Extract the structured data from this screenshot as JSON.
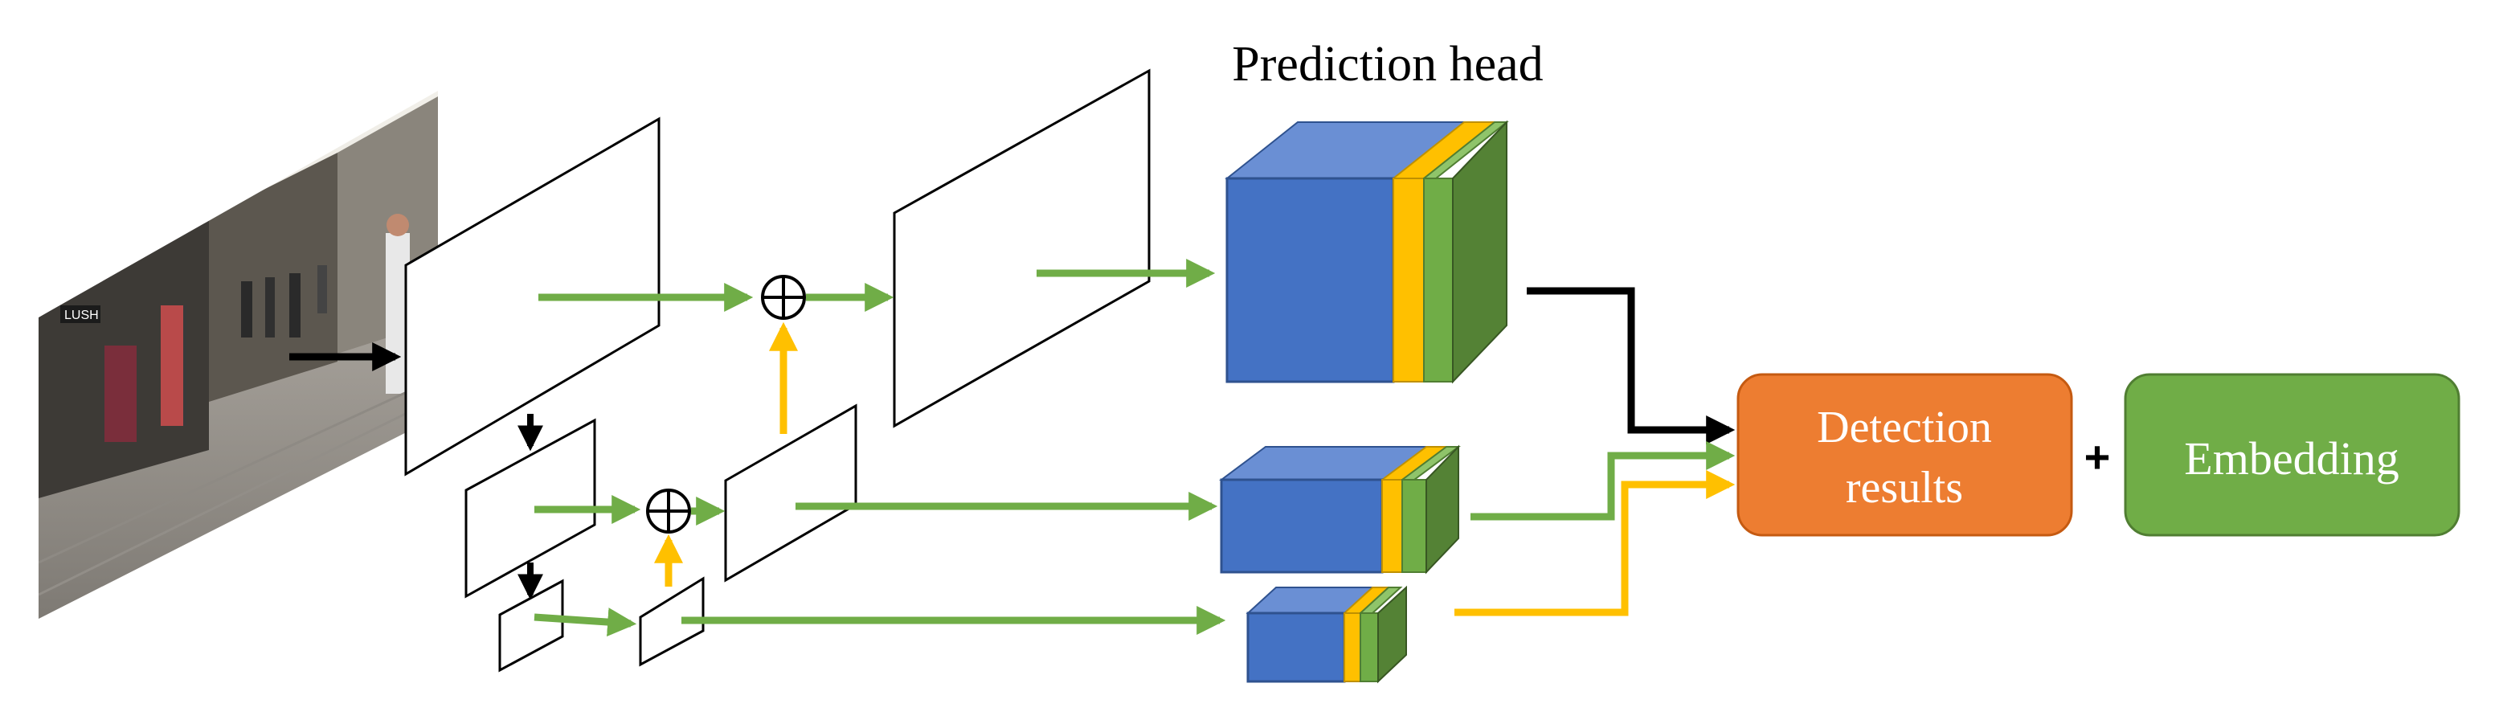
{
  "diagram": {
    "title": "Prediction head",
    "detection_label_line1": "Detection",
    "detection_label_line2": "results",
    "plus_sign": "+",
    "embedding_label": "Embedding",
    "sum_symbol": "⊕"
  },
  "colors": {
    "arrow_green": "#70ad47",
    "arrow_yellow": "#ffc000",
    "arrow_black": "#000000",
    "block_blue_front": "#4472c4",
    "block_blue_top": "#6a8fd4",
    "block_blue_border": "#2f528f",
    "strip_yellow": "#ffc000",
    "strip_green_front": "#70ad47",
    "strip_green_side": "#548235",
    "detection_fill": "#ed7d31",
    "detection_border": "#c55a11",
    "embedding_fill": "#70ad47",
    "embedding_border": "#507e32"
  }
}
